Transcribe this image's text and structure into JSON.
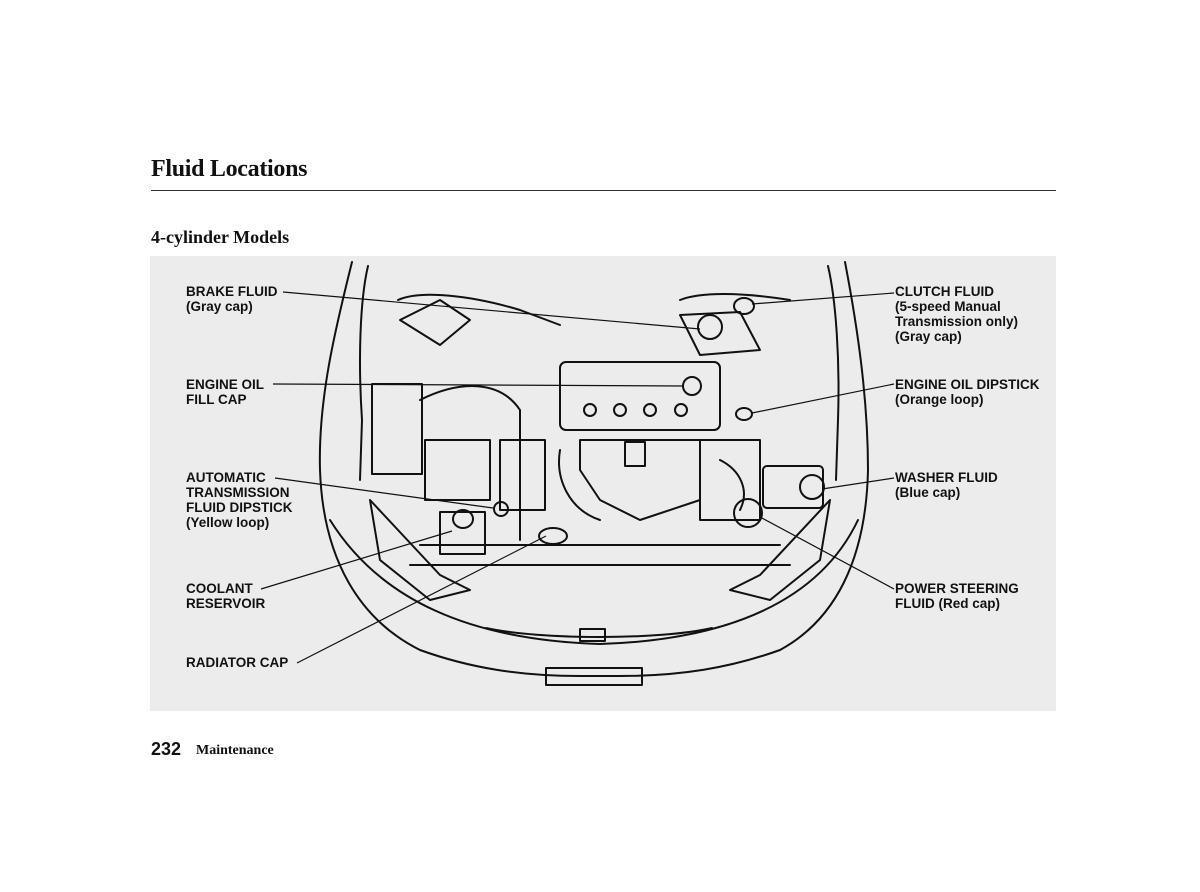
{
  "page": {
    "title": "Fluid Locations",
    "subtitle": "4-cylinder Models"
  },
  "footer": {
    "page_number": "232",
    "section": "Maintenance"
  },
  "callouts": {
    "brake_fluid": [
      "BRAKE FLUID",
      "(Gray cap)"
    ],
    "engine_oil_fill_cap": [
      "ENGINE OIL",
      "FILL CAP"
    ],
    "atf_dipstick": [
      "AUTOMATIC",
      "TRANSMISSION",
      "FLUID DIPSTICK",
      "(Yellow loop)"
    ],
    "coolant_reservoir": [
      "COOLANT",
      "RESERVOIR"
    ],
    "radiator_cap": [
      "RADIATOR CAP"
    ],
    "clutch_fluid": [
      "CLUTCH FLUID",
      "(5-speed Manual",
      "Transmission only)",
      "(Gray cap)"
    ],
    "engine_oil_dipstick": [
      "ENGINE OIL DIPSTICK",
      "(Orange loop)"
    ],
    "washer_fluid": [
      "WASHER FLUID",
      "(Blue cap)"
    ],
    "power_steering_fluid": [
      "POWER STEERING",
      "FLUID (Red cap)"
    ]
  },
  "colors": {
    "panel_background": "#ececec",
    "line": "#111111"
  }
}
